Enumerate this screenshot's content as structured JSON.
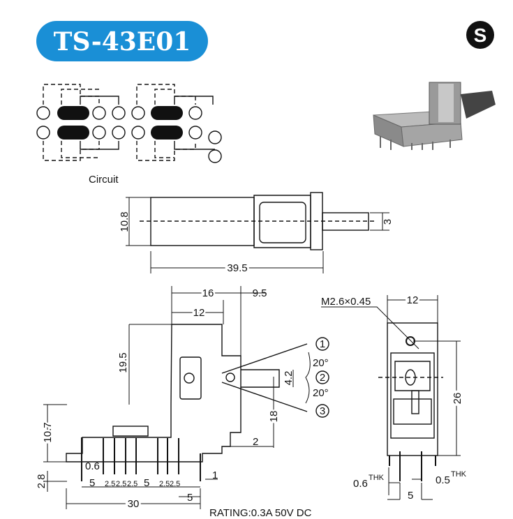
{
  "title": "TS-43E01",
  "logo_letter": "S",
  "colors": {
    "title_bg": "#1a8fd6",
    "title_text": "#ffffff",
    "line": "#111111"
  },
  "circuit_label": "Circuit",
  "top_view": {
    "height": "10.8",
    "length": "39.5",
    "shaft": "3"
  },
  "side_view": {
    "d16": "16",
    "d12": "12",
    "d9_5": "9.5",
    "d19_5": "19.5",
    "d10_7": "10.7",
    "d2_8": "2.8",
    "d0_6": "0.6",
    "d5a": "5",
    "pitch": [
      "2.5",
      "2.5",
      "2.5"
    ],
    "d5b": "5",
    "pitch2": [
      "2.5",
      "2.5"
    ],
    "d1": "1",
    "d5c": "5",
    "d30": "30",
    "d2": "2",
    "d18": "18",
    "d4_2": "4.2",
    "angle1": "20°",
    "angle2": "20°",
    "pos": [
      "1",
      "2",
      "3"
    ]
  },
  "front_view": {
    "thread": "M2.6×0.45",
    "width": "12",
    "height": "26",
    "pin_thk1": "0.6",
    "pin_thk2": "0.5",
    "thk": "THK",
    "pitch": "5"
  },
  "rating": "RATING:0.3A 50V DC"
}
